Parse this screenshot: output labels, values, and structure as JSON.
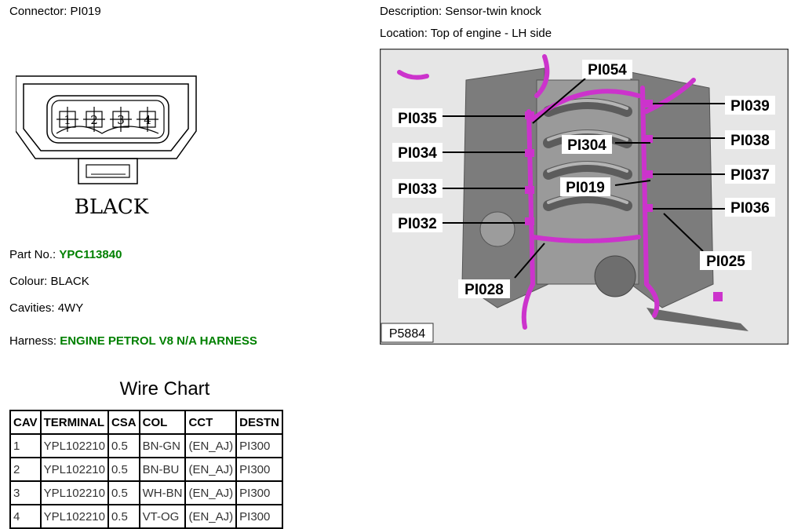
{
  "connector": {
    "label": "Connector:",
    "value": "PI019"
  },
  "description": {
    "label": "Description:",
    "value": "Sensor-twin knock"
  },
  "location": {
    "label": "Location:",
    "value": "Top of engine - LH side"
  },
  "connector_drawing": {
    "pins": [
      "1",
      "2",
      "3",
      "4"
    ],
    "colour_label": "BLACK"
  },
  "part_no": {
    "label": "Part No.:",
    "value": "YPC113840"
  },
  "colour": {
    "label": "Colour:",
    "value": "BLACK"
  },
  "cavities": {
    "label": "Cavities:",
    "value": "4WY"
  },
  "harness": {
    "label": "Harness:",
    "value": "ENGINE PETROL V8 N/A HARNESS"
  },
  "colors": {
    "link_green": "#008000",
    "harness_magenta": "#cc33cc"
  },
  "engine_image": {
    "ref": "P5884",
    "callouts": [
      "PI054",
      "PI035",
      "PI039",
      "PI034",
      "PI304",
      "PI038",
      "PI037",
      "PI033",
      "PI019",
      "PI036",
      "PI032",
      "PI025",
      "PI028"
    ]
  },
  "wire_chart": {
    "title": "Wire Chart",
    "headers": [
      "CAV",
      "TERMINAL",
      "CSA",
      "COL",
      "CCT",
      "DESTN"
    ],
    "rows": [
      [
        "1",
        "YPL102210",
        "0.5",
        "BN-GN",
        "(EN_AJ)",
        "PI300"
      ],
      [
        "2",
        "YPL102210",
        "0.5",
        "BN-BU",
        "(EN_AJ)",
        "PI300"
      ],
      [
        "3",
        "YPL102210",
        "0.5",
        "WH-BN",
        "(EN_AJ)",
        "PI300"
      ],
      [
        "4",
        "YPL102210",
        "0.5",
        "VT-OG",
        "(EN_AJ)",
        "PI300"
      ]
    ]
  }
}
